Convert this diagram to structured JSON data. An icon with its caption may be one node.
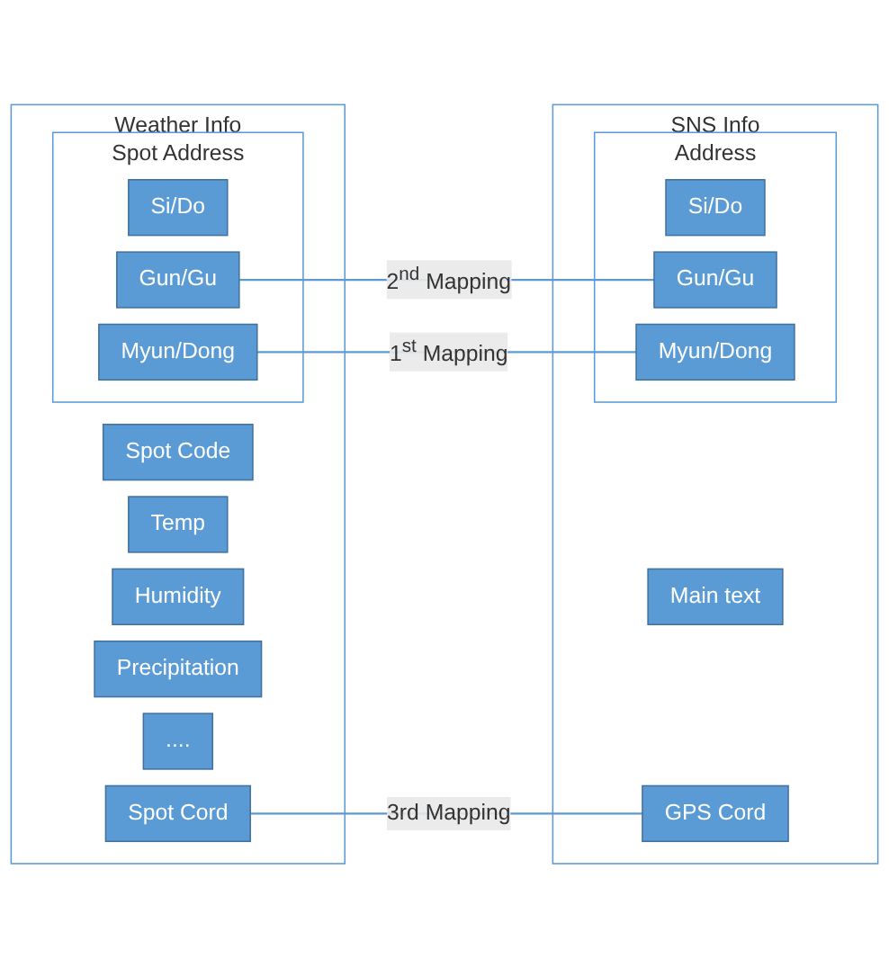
{
  "diagram": {
    "nodes": [
      {
        "text": [
          "Weather Info"
        ]
      },
      {
        "text": [
          "Spot Code"
        ],
        "in": 0
      },
      {
        "text": [
          "Spot Cord"
        ],
        "in": 0
      },
      {
        "text": [
          "Spot Address"
        ],
        "in": 0
      },
      {
        "text": [
          "Si/Do"
        ],
        "in": 3
      },
      {
        "text": [
          "Gun/Gu"
        ],
        "in": 3
      },
      {
        "text": [
          "Myun/Dong"
        ],
        "in": 3
      },
      {
        "text": [
          "Temp"
        ],
        "in": 0
      },
      {
        "text": [
          "Humidity"
        ],
        "in": 0
      },
      {
        "text": [
          "Precipitation"
        ],
        "in": 0
      },
      {
        "text": [
          "...."
        ],
        "in": 0
      },
      {
        "text": [
          "SNS Info"
        ]
      },
      {
        "text": [
          "Main text"
        ],
        "in": 11
      },
      {
        "text": [
          "GPS Cord"
        ],
        "in": 11
      },
      {
        "text": [
          "Address"
        ],
        "in": 11
      },
      {
        "text": [
          "Si/Do"
        ],
        "in": 14
      },
      {
        "text": [
          "Gun/Gu"
        ],
        "in": 14
      },
      {
        "text": [
          "Myun/Dong"
        ],
        "in": 14
      }
    ],
    "edges": [
      {
        "from": 2,
        "to": 13,
        "arrow": "none",
        "label": "3rd Mapping"
      },
      {
        "from": 5,
        "to": 16,
        "arrow": "none",
        "label": "2$^{nd}$ Mapping"
      },
      {
        "from": 6,
        "to": 17,
        "arrow": "none",
        "label": "1$^{st}$ Mapping"
      }
    ]
  }
}
